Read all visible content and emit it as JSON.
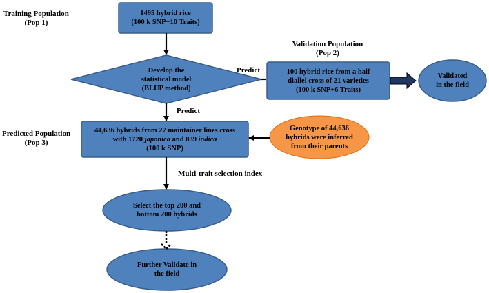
{
  "pop_labels": {
    "training": [
      "Training Population",
      "(Pop 1)"
    ],
    "validation": [
      "Validation Population",
      "(Pop 2)"
    ],
    "predicted": [
      "Predicted Population",
      "(Pop 3)"
    ]
  },
  "nodes": {
    "training_box": [
      "1495 hybrid rice",
      "(100 k SNP+10 Traits)"
    ],
    "model_diamond": [
      "Develop the",
      "statistical model",
      "(BLUP method)"
    ],
    "validation_box": [
      "100 hybrid rice from a half",
      "diallel cross of 21 varieties",
      "(100 k SNP+6 Traits)"
    ],
    "validated_ellipse": [
      "Validated",
      "in the field"
    ],
    "predicted_box": {
      "line1": "44,636 hybrids from 27 maintainer lines cross",
      "line2_pre": "with 1720 ",
      "line2_em1": "japonica",
      "line2_mid": " and 839 ",
      "line2_em2": "indica",
      "line3": "(100 k SNP)"
    },
    "genotype_ellipse": [
      "Genotype of 44,636",
      "hybrids were inferred",
      "from their parents"
    ],
    "select_ellipse": [
      "Select the top 200 and",
      "bottom 200 hybrids"
    ],
    "further_ellipse": [
      "Further Validate in",
      "the field"
    ]
  },
  "edge_labels": {
    "predict_right": "Predict",
    "predict_down": "Predict",
    "selection_index": "Multi-trait selection index"
  },
  "colors": {
    "node_fill": "#4f81bd",
    "node_stroke": "#385d8a",
    "genotype_fill": "#f79646",
    "arrow": "#000000"
  }
}
